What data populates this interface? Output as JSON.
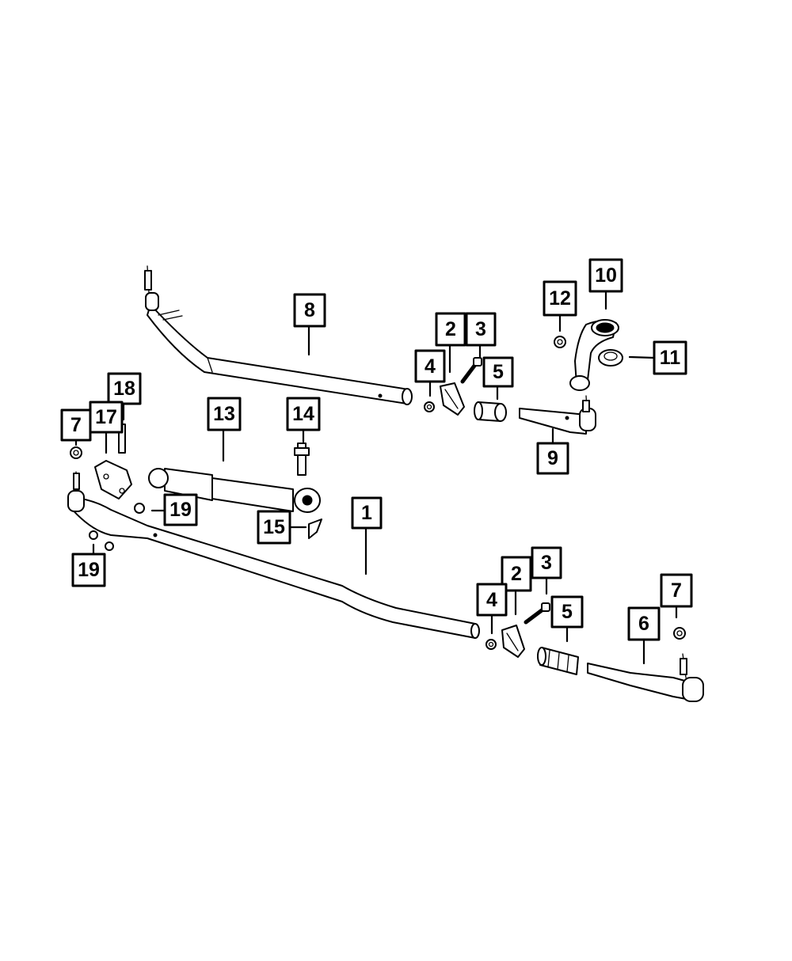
{
  "callouts": [
    {
      "label": "8"
    },
    {
      "label": "2"
    },
    {
      "label": "3"
    },
    {
      "label": "4"
    },
    {
      "label": "5"
    },
    {
      "label": "12"
    },
    {
      "label": "10"
    },
    {
      "label": "11"
    },
    {
      "label": "9"
    },
    {
      "label": "18"
    },
    {
      "label": "7"
    },
    {
      "label": "17"
    },
    {
      "label": "13"
    },
    {
      "label": "14"
    },
    {
      "label": "19"
    },
    {
      "label": "15"
    },
    {
      "label": "1"
    },
    {
      "label": "19"
    },
    {
      "label": "2"
    },
    {
      "label": "3"
    },
    {
      "label": "4"
    },
    {
      "label": "5"
    },
    {
      "label": "7"
    },
    {
      "label": "6"
    }
  ]
}
